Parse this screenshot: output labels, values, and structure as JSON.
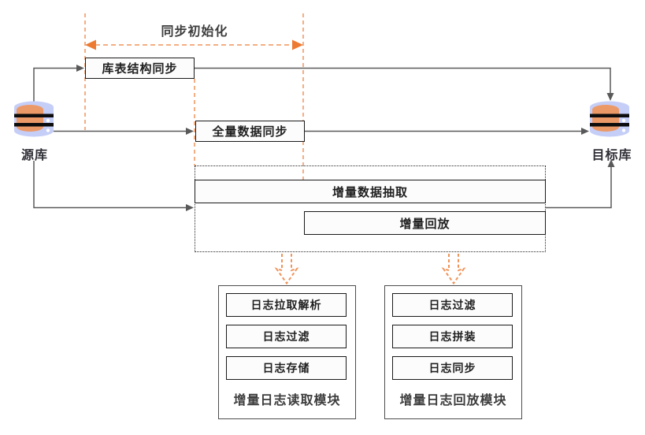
{
  "diagram": {
    "phase_label": "同步初始化",
    "source_db_label": "源库",
    "target_db_label": "目标库",
    "nodes": {
      "schema_sync": "库表结构同步",
      "full_data_sync": "全量数据同步",
      "incr_extract": "增量数据抽取",
      "incr_replay": "增量回放"
    },
    "modules": [
      {
        "title": "增量日志读取模块",
        "items": [
          "日志拉取解析",
          "日志过滤",
          "日志存储"
        ]
      },
      {
        "title": "增量日志回放模块",
        "items": [
          "日志过滤",
          "日志拼装",
          "日志同步"
        ]
      }
    ],
    "colors": {
      "orange_dash": "#F0945A",
      "orange_arrowhead": "#ED7A33",
      "line_gray": "#595959",
      "node_border": "#1A1A1A",
      "db_lavender": "#C5CEF7",
      "db_orange": "#F0965E"
    }
  }
}
